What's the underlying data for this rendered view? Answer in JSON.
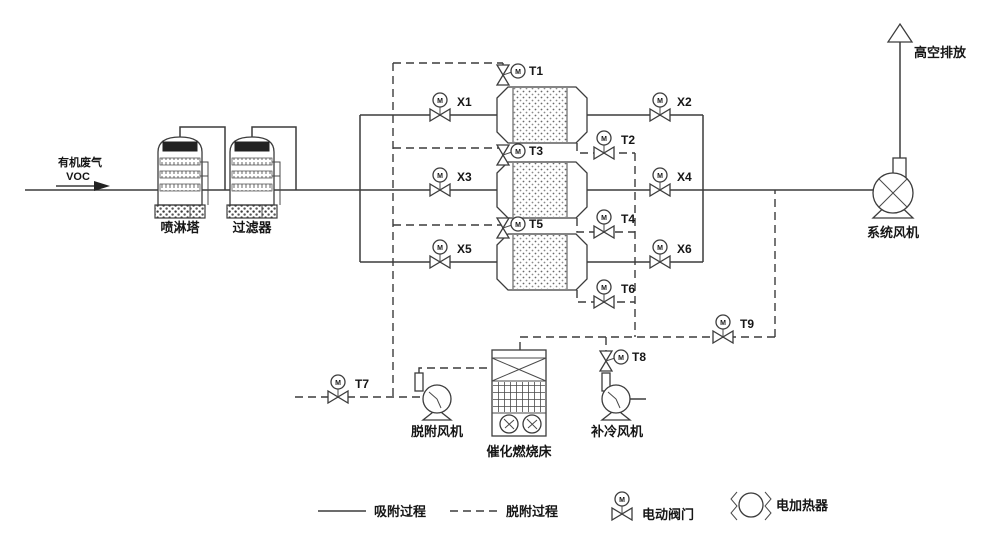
{
  "inlet": {
    "title": "有机废气",
    "subtitle": "VOC"
  },
  "stack_label": "高空排放",
  "equipment": {
    "tower1": "喷淋塔",
    "tower2": "过滤器",
    "catalytic_unit": "催化燃烧床",
    "desorption_fan": "脱附风机",
    "cooling_fan": "补冷风机",
    "system_fan": "系统风机"
  },
  "valves": {
    "x1": "X1",
    "x2": "X2",
    "x3": "X3",
    "x4": "X4",
    "x5": "X5",
    "x6": "X6",
    "t1": "T1",
    "t2": "T2",
    "t3": "T3",
    "t4": "T4",
    "t5": "T5",
    "t6": "T6",
    "t7": "T7",
    "t8": "T8",
    "t9": "T9"
  },
  "motor_letter": "M",
  "legend": {
    "adsorption": "吸附过程",
    "desorption": "脱附过程",
    "valve": "电动阀门",
    "heater": "电加热器"
  },
  "colors": {
    "line": "#3c3c3c",
    "text": "#161616",
    "background": "#ffffff"
  }
}
